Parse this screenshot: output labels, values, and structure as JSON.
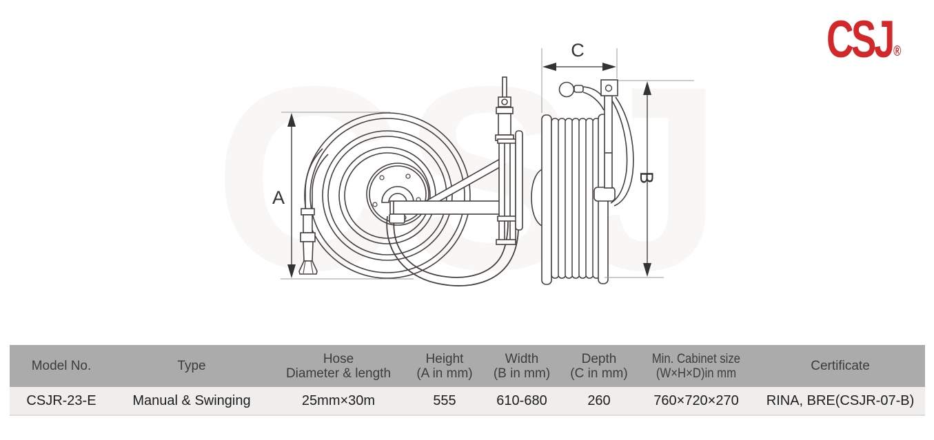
{
  "logo": {
    "text": "CSJ",
    "registered": "®"
  },
  "colors": {
    "brand_red": "#d2282a",
    "table_header_bg": "#ababab",
    "table_row_bg": "#efeeec",
    "line_art": "#453f3c"
  },
  "diagram": {
    "labels": {
      "height_a": "A",
      "width_b": "B",
      "depth_c": "C"
    },
    "watermark": "CSJ"
  },
  "spec_table": {
    "columns": [
      {
        "line1": "Model No.",
        "line2": ""
      },
      {
        "line1": "Type",
        "line2": ""
      },
      {
        "line1": "Hose",
        "line2": "Diameter & length"
      },
      {
        "line1": "Height",
        "line2": "(A in mm)"
      },
      {
        "line1": "Width",
        "line2": "(B in mm)"
      },
      {
        "line1": "Depth",
        "line2": "(C in mm)"
      },
      {
        "line1": "Min. Cabinet size",
        "line2": "(W×H×D)in mm"
      },
      {
        "line1": "Certificate",
        "line2": ""
      }
    ],
    "row": {
      "model": "CSJR-23-E",
      "type": "Manual & Swinging",
      "hose": "25mm×30m",
      "height": "555",
      "width": "610-680",
      "depth": "260",
      "cabinet": "760×720×270",
      "certificate": "RINA, BRE(CSJR-07-B)"
    }
  }
}
